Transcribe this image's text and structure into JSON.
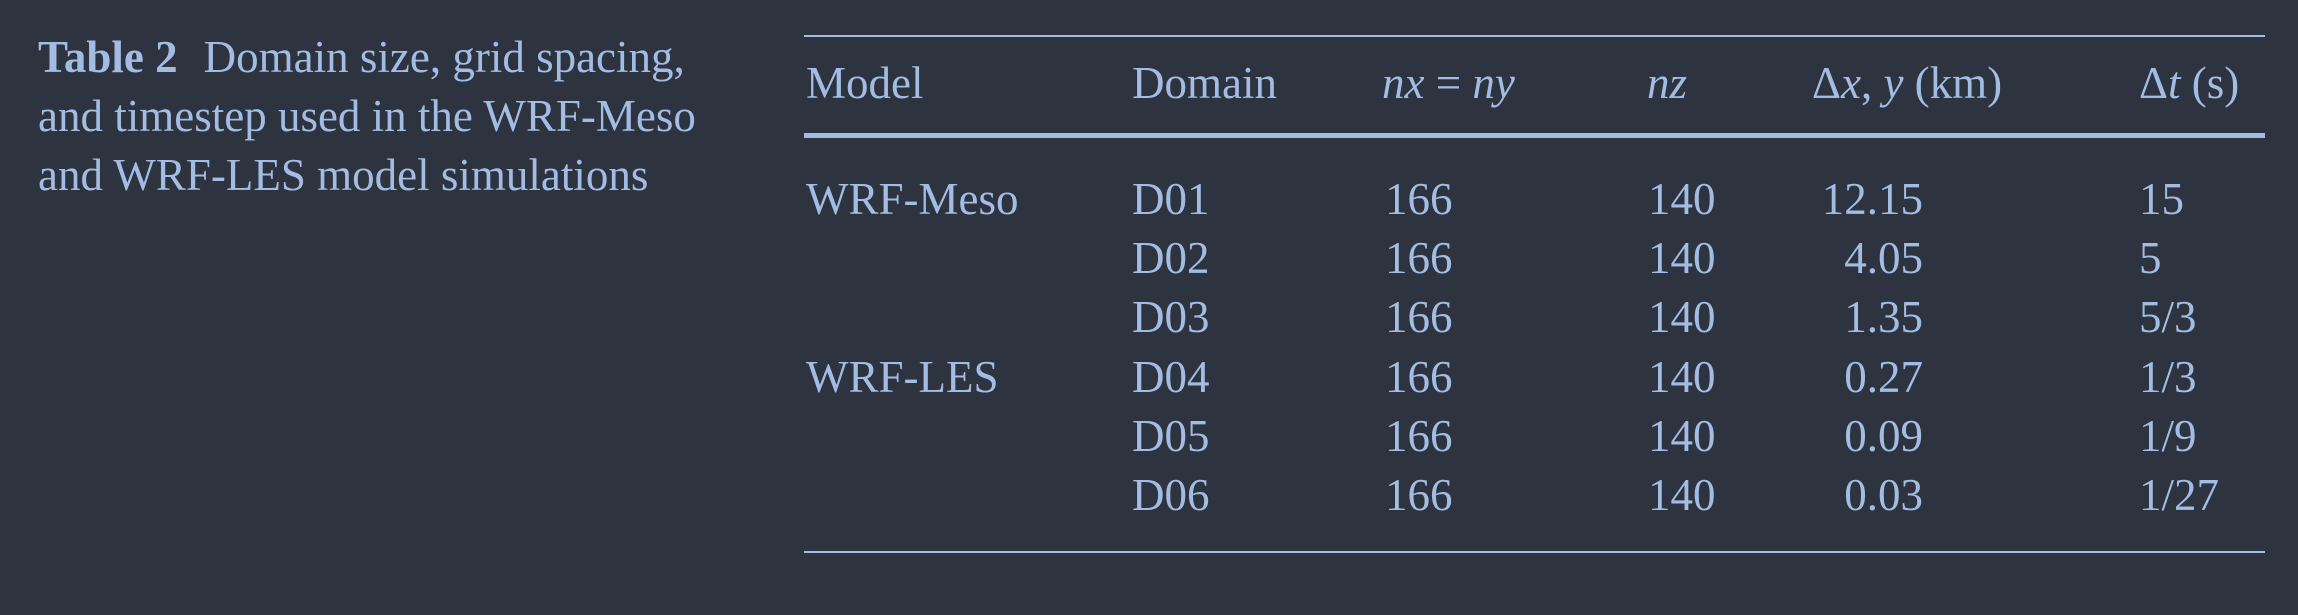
{
  "caption": {
    "label": "Table 2",
    "text": "Domain size, grid spacing, and timestep used in the WRF-Meso and WRF-LES model simulations"
  },
  "table": {
    "headers": {
      "model": "Model",
      "domain": "Domain",
      "nxny_a": "nx",
      "nxny_eq": "=",
      "nxny_b": "ny",
      "nz": "nz",
      "dxy_delta": "Δ",
      "dxy_x": "x",
      "dxy_sep": ", ",
      "dxy_y": "y",
      "dxy_unit": " (km)",
      "dt_delta": "Δ",
      "dt_t": "t",
      "dt_unit": " (s)"
    },
    "rows": [
      {
        "model": "WRF-Meso",
        "domain": "D01",
        "nxny": "166",
        "nz": "140",
        "dxy": "12.15",
        "dt": "15"
      },
      {
        "model": "",
        "domain": "D02",
        "nxny": "166",
        "nz": "140",
        "dxy": "4.05",
        "dt": "5"
      },
      {
        "model": "",
        "domain": "D03",
        "nxny": "166",
        "nz": "140",
        "dxy": "1.35",
        "dt": "5/3"
      },
      {
        "model": "WRF-LES",
        "domain": "D04",
        "nxny": "166",
        "nz": "140",
        "dxy": "0.27",
        "dt": "1/3"
      },
      {
        "model": "",
        "domain": "D05",
        "nxny": "166",
        "nz": "140",
        "dxy": "0.09",
        "dt": "1/9"
      },
      {
        "model": "",
        "domain": "D06",
        "nxny": "166",
        "nz": "140",
        "dxy": "0.03",
        "dt": "1/27"
      }
    ]
  }
}
